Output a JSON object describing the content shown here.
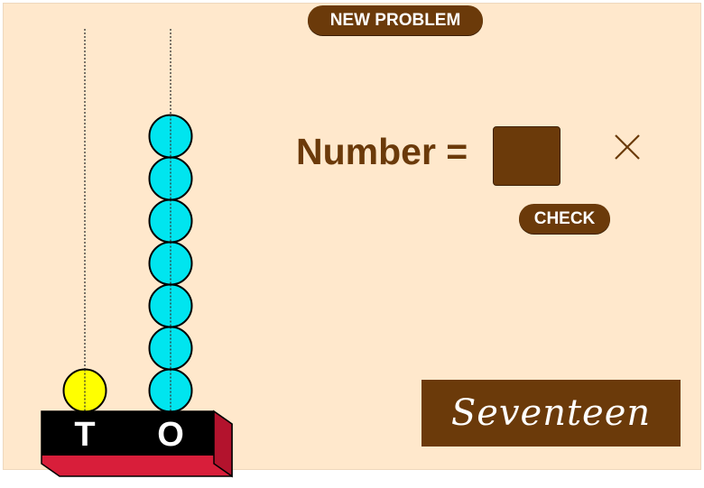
{
  "header": {
    "new_problem_label": "NEW PROBLEM"
  },
  "question": {
    "number_label": "Number =",
    "answer_value": "",
    "check_label": "CHECK",
    "status_icon": "cross-icon"
  },
  "abacus": {
    "rods": [
      {
        "label": "T",
        "bead_count": 1,
        "bead_color": "#ffff00"
      },
      {
        "label": "O",
        "bead_count": 7,
        "bead_color": "#00e5ef"
      }
    ],
    "base_top_color": "#000000",
    "base_side_color": "#d81e3a"
  },
  "word": {
    "text": "Seventeen"
  },
  "colors": {
    "background": "#ffe8cc",
    "accent": "#6b3a0a"
  }
}
